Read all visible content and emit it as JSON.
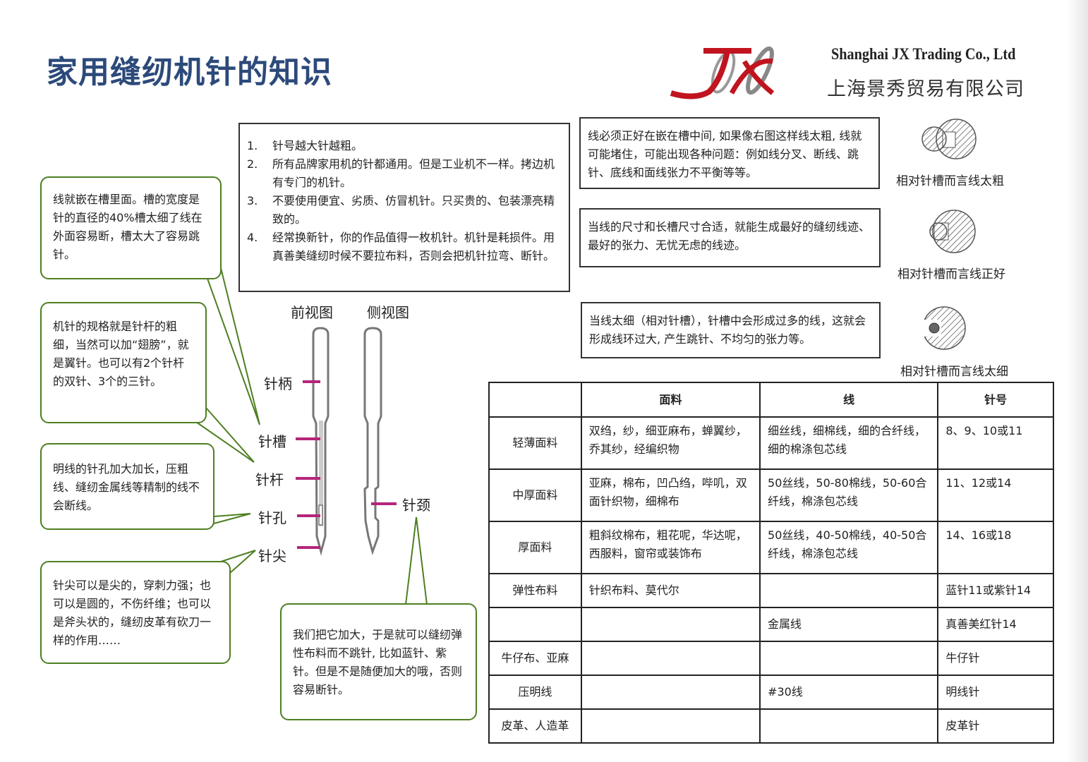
{
  "title": "家用缝纫机针的知识",
  "company": {
    "logo_text": "JX",
    "name_en": "Shanghai JX Trading Co., Ltd",
    "name_cn": "上海景秀贸易有限公司",
    "brand_red": "#c0141e",
    "title_blue": "#2c4a7a"
  },
  "tips": [
    {
      "num": "1.",
      "text": "针号越大针越粗。"
    },
    {
      "num": "2.",
      "text": "所有品牌家用机的针都通用。但是工业机不一样。拷边机有专门的机针。"
    },
    {
      "num": "3.",
      "text": "不要使用便宜、劣质、仿冒机针。只买贵的、包装漂亮精致的。"
    },
    {
      "num": "4.",
      "text": "经常换新针，你的作品值得一枚机针。机针是耗损件。用真善美缝纫时候不要拉布料，否则会把机针拉弯、断针。"
    }
  ],
  "callouts": [
    "线就嵌在槽里面。槽的宽度是针的直径的40%槽太细了线在外面容易断，槽太大了容易跳针。",
    "机针的规格就是针杆的粗细，当然可以加“翅膀”，就是翼针。也可以有2个针杆的双针、3个的三针。",
    "明线的针孔加大加长，压粗线、缝纫金属线等精制的线不会断线。",
    "针尖可以是尖的，穿刺力强；也可以是圆的，不伤纤维；也可以是斧头状的，缝纫皮革有砍刀一样的作用……",
    "我们把它加大，于是就可以缝纫弹性布料而不跳针, 比如蓝针、紫针。但是不是随便加大的哦，否则容易断针。"
  ],
  "diagram": {
    "front_view": "前视图",
    "side_view": "侧视图",
    "parts": {
      "shank": "针柄",
      "groove": "针槽",
      "shaft": "针杆",
      "eye": "针孔",
      "point": "针尖",
      "scarf": "针颈"
    },
    "marker_color": "#b5257a"
  },
  "thread_notes": [
    {
      "text": "线必须正好在嵌在槽中间, 如果像右图这样线太粗, 线就可能堵住，可能出现各种问题：例如线分叉、断线、跳针、底线和面线张力不平衡等等。",
      "caption": "相对针槽而言线太粗"
    },
    {
      "text": "当线的尺寸和长槽尺寸合适，就能生成最好的缝纫线迹、最好的张力、无忧无虑的线迹。",
      "caption": "相对针槽而言线正好"
    },
    {
      "text": "当线太细（相对针槽），针槽中会形成过多的线，这就会形成线环过大, 产生跳针、不均匀的张力等。",
      "caption": "相对针槽而言线太细"
    }
  ],
  "table": {
    "headers": [
      "",
      "面料",
      "线",
      "针号"
    ],
    "rows": [
      [
        "轻薄面料",
        "双绉，纱，细亚麻布，蝉翼纱，乔其纱，经编织物",
        "细丝线，细棉线，细的合纤线，细的棉涤包芯线",
        "8、9、10或11"
      ],
      [
        "中厚面料",
        "亚麻，棉布，凹凸绉，哔叽，双面针织物，细棉布",
        "50丝线，50-80棉线，50-60合纤线，棉涤包芯线",
        "11、12或14"
      ],
      [
        "厚面料",
        "粗斜纹棉布，粗花呢，华达呢，西服料，窗帘或装饰布",
        "50丝线，40-50棉线，40-50合纤线，棉涤包芯线",
        "14、16或18"
      ],
      [
        "弹性布料",
        "针织布料、莫代尔",
        "",
        "蓝针11或紫针14"
      ],
      [
        "",
        "",
        "金属线",
        "真善美红针14"
      ],
      [
        "牛仔布、亚麻",
        "",
        "",
        "牛仔针"
      ],
      [
        "压明线",
        "",
        "#30线",
        "明线针"
      ],
      [
        "皮革、人造革",
        "",
        "",
        "皮革针"
      ]
    ]
  }
}
